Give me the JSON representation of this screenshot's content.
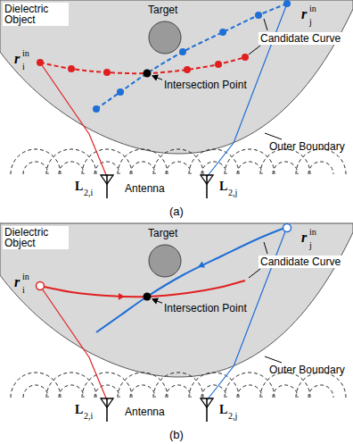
{
  "diagram": {
    "labels": [
      "Dielectric Object",
      "Target",
      "Candidate Curve",
      "r",
      "in",
      "i",
      "r",
      "in",
      "j",
      "Intersection Point",
      "Outer Boundary",
      "Antenna",
      "L",
      "2,i",
      "L",
      "2,j",
      "(a)",
      "Dielectric Object",
      "Target",
      "Candidate Curve",
      "r",
      "in",
      "i",
      "r",
      "in",
      "j",
      "Intersection Point",
      "Outer Boundary",
      "Antenna",
      "L",
      "2,i",
      "L",
      "2,j",
      "(b)"
    ]
  }
}
